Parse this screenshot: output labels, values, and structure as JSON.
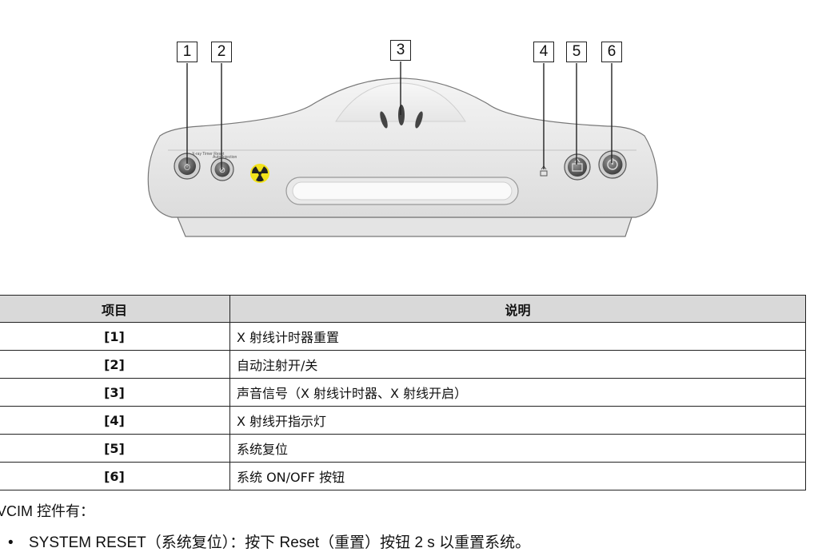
{
  "figure": {
    "callouts": [
      "1",
      "2",
      "3",
      "4",
      "5",
      "6"
    ],
    "panel_labels": {
      "timer_reset": "X-ray Timer Reset",
      "auto_injection": "Auto Injection"
    },
    "icons": [
      "timer-reset-icon",
      "auto-injection-icon",
      "radiation-icon",
      "audio-speaker-icon",
      "xray-on-indicator-icon",
      "system-reset-icon",
      "power-icon"
    ]
  },
  "table": {
    "headers": {
      "item": "项目",
      "desc": "说明"
    },
    "rows": [
      {
        "item": "[1]",
        "desc": "X 射线计时器重置"
      },
      {
        "item": "[2]",
        "desc": "自动注射开/关"
      },
      {
        "item": "[3]",
        "desc": "声音信号（X 射线计时器、X 射线开启）"
      },
      {
        "item": "[4]",
        "desc": "X 射线开指示灯"
      },
      {
        "item": "[5]",
        "desc": "系统复位"
      },
      {
        "item": "[6]",
        "desc": "系统 ON/OFF 按钮"
      }
    ]
  },
  "notes": {
    "heading": "VCIM 控件有：",
    "bullet": "SYSTEM RESET（系统复位）：按下 Reset（重置）按钮 2 s 以重置系统。",
    "bullet_marker": "•"
  }
}
